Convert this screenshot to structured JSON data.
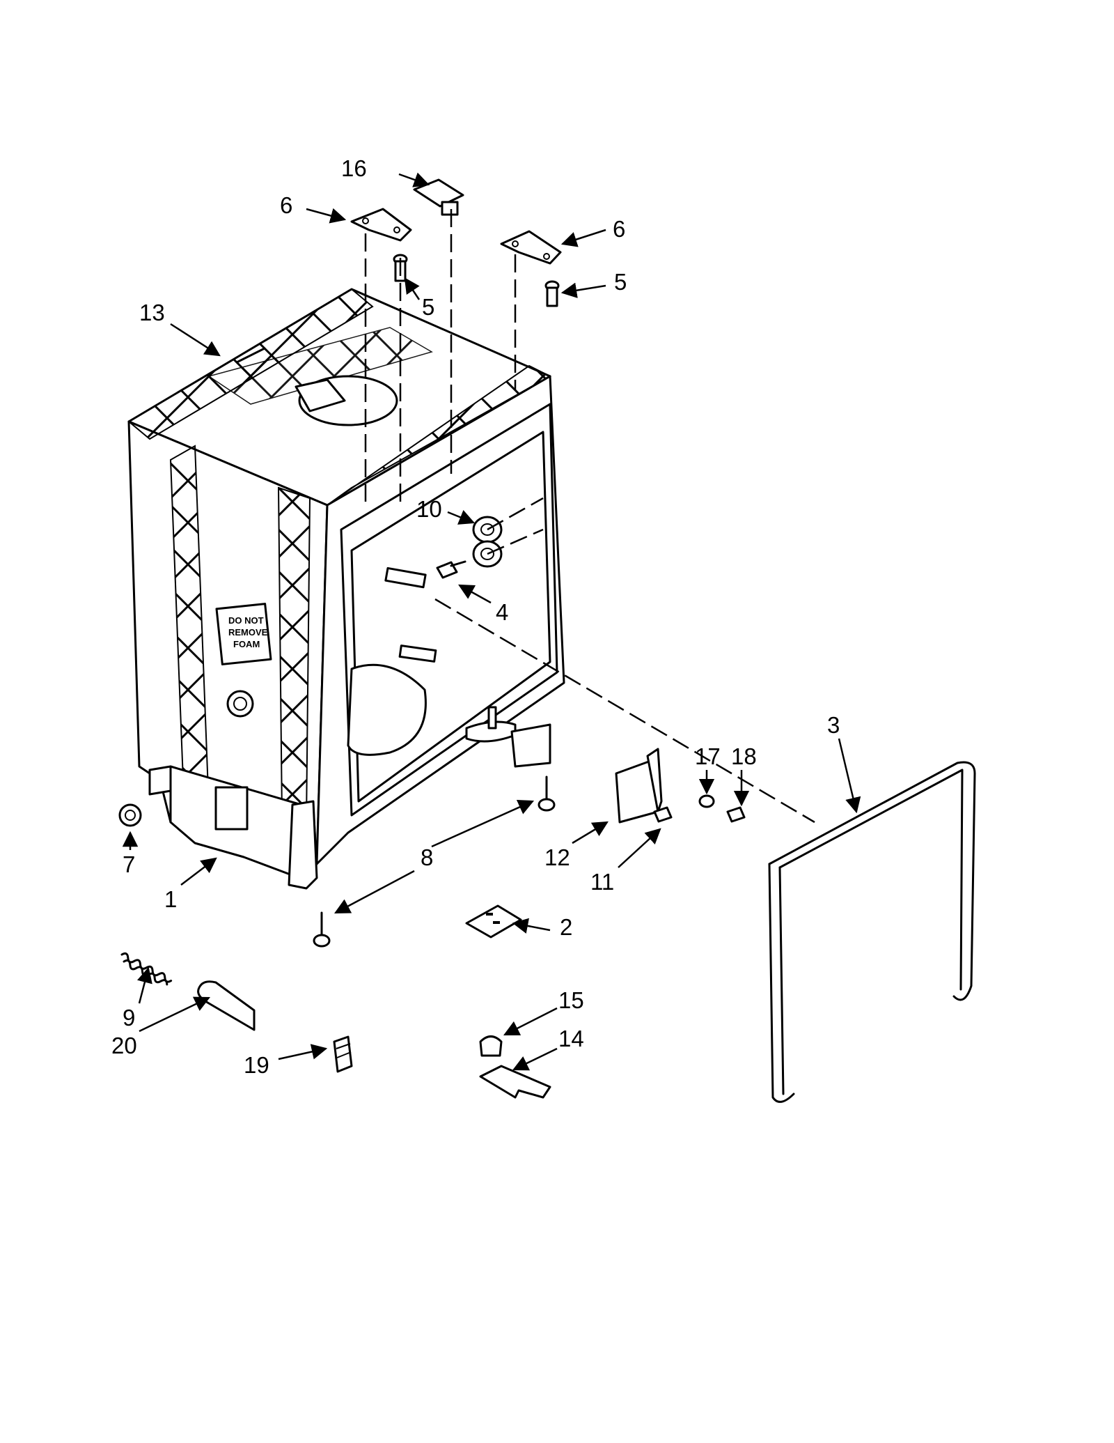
{
  "callouts": {
    "c1": "1",
    "c2": "2",
    "c3": "3",
    "c4": "4",
    "c5a": "5",
    "c5b": "5",
    "c6a": "6",
    "c6b": "6",
    "c7": "7",
    "c8": "8",
    "c9": "9",
    "c10": "10",
    "c11": "11",
    "c12": "12",
    "c13": "13",
    "c14": "14",
    "c15": "15",
    "c16": "16",
    "c17": "17",
    "c18": "18",
    "c19": "19",
    "c20": "20"
  },
  "tub_warning_text": [
    "DO NOT",
    "REMOVE",
    "FOAM"
  ]
}
